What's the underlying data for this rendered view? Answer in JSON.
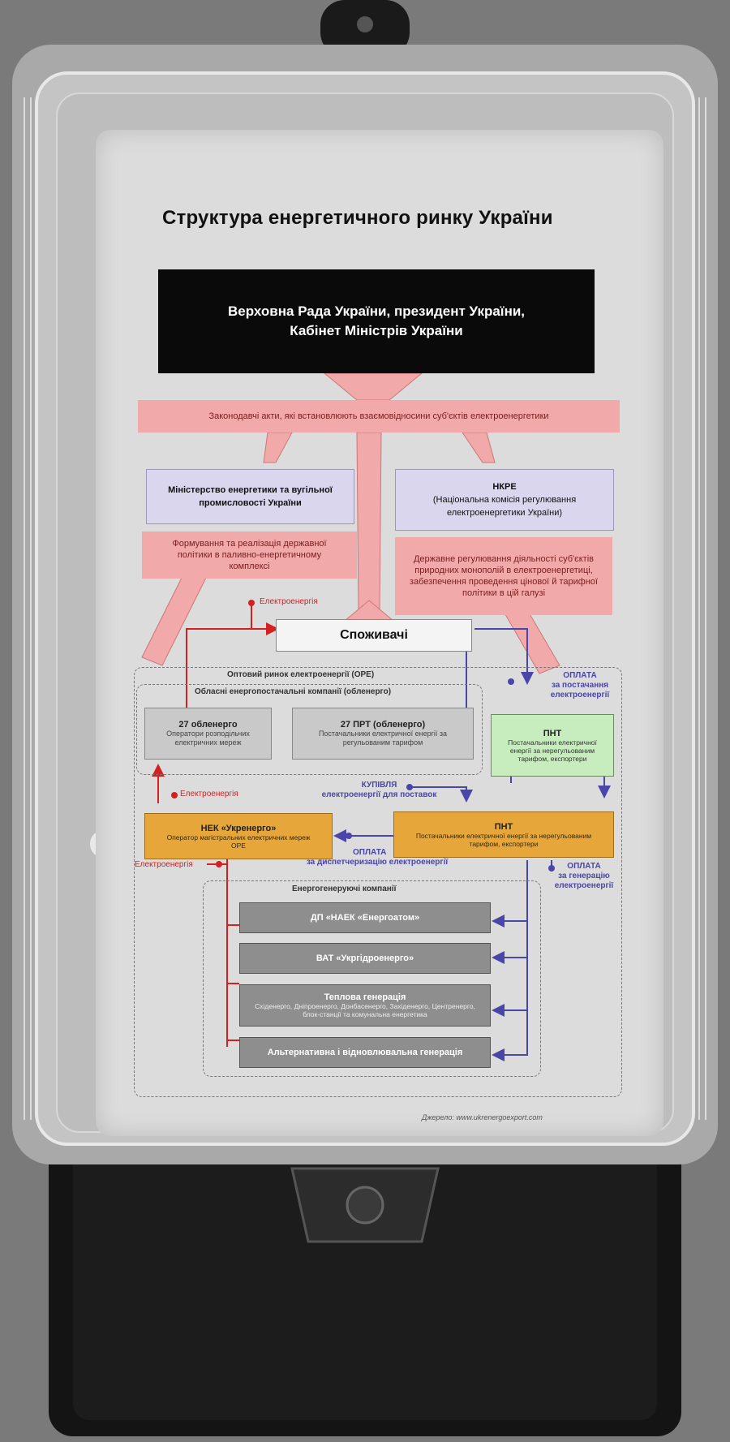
{
  "title": "Структура енергетичного ринку України",
  "authorities": "Верховна Рада України, президент України, Кабінет Міністрів України",
  "legislation": "Законодавчі акти, які встановлюють взаємовідносини суб'єктів електроенергетики",
  "ministry": "Міністерство енергетики та вугільної промисловості України",
  "ministry_role": "Формування та реалізація державної політики в паливно-енергетичному комплексі",
  "nkre": {
    "name": "НКРЕ",
    "full": "(Національна комісія регулювання електроенергетики України)",
    "role": "Державне регулювання діяльності суб'єктів природних монополій в електроенергетиці, забезпечення проведення цінової й тарифної політики в цій галузі"
  },
  "consumers": "Споживачі",
  "electricity_label": "Електроенергія",
  "wholesale_market": "Оптовий ринок електроенергії (ОРЕ)",
  "regional_companies": "Обласні енергопостачальні компанії (обленерго)",
  "oblenergo": {
    "title": "27 обленерго",
    "sub": "Оператори розподільчих електричних мереж"
  },
  "prt": {
    "title": "27 ПРТ (обленерго)",
    "sub": "Постачальники електричної енергії за регульованим тарифом"
  },
  "pnt_top": {
    "title": "ПНТ",
    "sub": "Постачальники електричної енергії за нерегульованим тарифом, експортери"
  },
  "pnt_mid": {
    "title": "ПНТ",
    "sub": "Постачальники електричної енергії за нерегульованим тарифом, експортери"
  },
  "payment_supply": {
    "a": "ОПЛАТА",
    "b": "за постачання",
    "c": "електроенергії"
  },
  "purchase": {
    "a": "КУПІВЛЯ",
    "b": "електроенергії для поставок"
  },
  "nek": {
    "title": "НЕК «Укренерго»",
    "sub": "Оператор магістральних електричних мереж ОРЕ"
  },
  "payment_dispatch": {
    "a": "ОПЛАТА",
    "b": "за диспетчеризацію електроенергії"
  },
  "payment_generation": {
    "a": "ОПЛАТА",
    "b": "за генерацію",
    "c": "електроенергії"
  },
  "gen_companies": "Енергогенеруючі компанії",
  "generators": [
    {
      "title": "ДП «НАЕК «Енергоатом»",
      "sub": ""
    },
    {
      "title": "ВАТ «Укргідроенерго»",
      "sub": ""
    },
    {
      "title": "Теплова генерація",
      "sub": "Східенерго, Дніпроенерго, Донбасенерго, Західенерго, Центренерго, блок-станції та комунальна енергетика"
    },
    {
      "title": "Альтернативна і відновлювальна генерація",
      "sub": ""
    }
  ],
  "source": "Джерело: www.ukrenergoexport.com",
  "colors": {
    "pink": "#f2a9aa",
    "lavender": "#d9d6ee",
    "green": "#c7edbf",
    "orange": "#e6a63a",
    "red": "#d42020",
    "blue": "#4a45a8"
  }
}
